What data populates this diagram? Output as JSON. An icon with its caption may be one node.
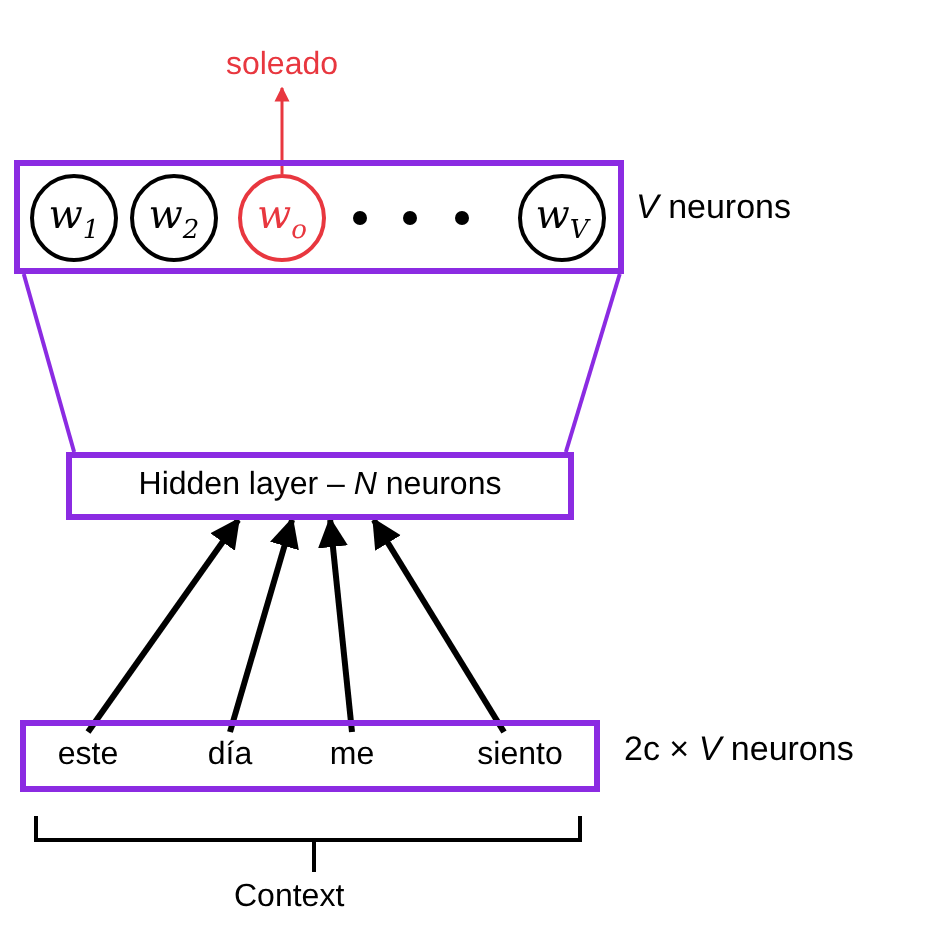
{
  "diagram": {
    "nodes": [
      {
        "text": [],
        "shape": "box",
        "beside": [
          "*V* neurons"
        ]
      },
      {
        "text": [
          "*w*$_{1}$"
        ],
        "in": 0
      },
      {
        "text": [
          "*w*$_{2}$"
        ],
        "in": 0
      },
      {
        "text": [
          "*w*$_{o}$"
        ],
        "in": 0
      },
      {
        "text": [
          "*w*$_{V}$"
        ],
        "in": 0
      },
      {
        "text": [
          "soleado"
        ]
      },
      {
        "text": [
          "Hidden layer – *N* neurons"
        ]
      },
      {
        "text": [],
        "shape": "box",
        "beside": [
          "2c × *V* neurons"
        ]
      },
      {
        "text": [
          "este"
        ],
        "in": 7
      },
      {
        "text": [
          "día"
        ],
        "in": 7
      },
      {
        "text": [
          "me"
        ],
        "in": 7
      },
      {
        "text": [
          "siento"
        ],
        "in": 7
      }
    ],
    "edges": [
      {
        "from": 3,
        "to": 5,
        "arrow": "to",
        "color": "#e8373f"
      },
      {
        "from": 8,
        "to": 6,
        "arrow": "to"
      },
      {
        "from": 9,
        "to": 6,
        "arrow": "to"
      },
      {
        "from": 10,
        "to": 6,
        "arrow": "to"
      },
      {
        "from": 11,
        "to": 6,
        "arrow": "to"
      },
      {
        "from": 0,
        "to": 6,
        "arrow": "none",
        "color": "#8b2be2"
      },
      {
        "from": 0,
        "to": 6,
        "arrow": "none",
        "color": "#8b2be2"
      }
    ],
    "labels": [
      "Context"
    ]
  }
}
